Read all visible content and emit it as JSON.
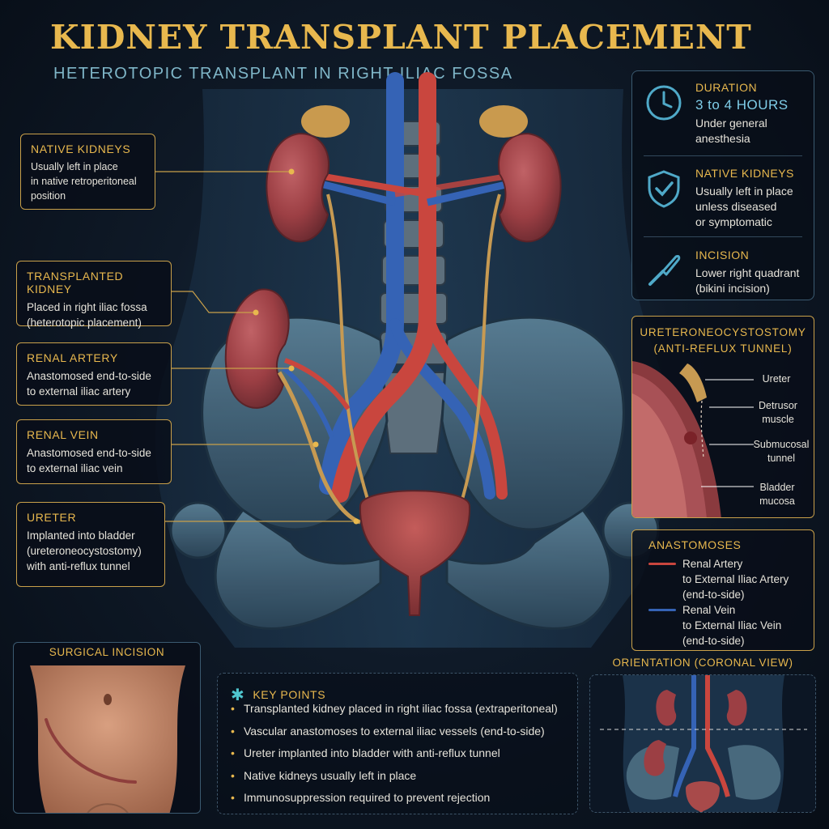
{
  "header": {
    "title": "KIDNEY TRANSPLANT PLACEMENT",
    "subtitle": "HETEROTOPIC TRANSPLANT IN RIGHT ILIAC FOSSA"
  },
  "colors": {
    "accent": "#e8b84e",
    "subtitle": "#7fb6c8",
    "artery": "#c9463e",
    "vein": "#3563b5",
    "kidney": "#a8464a",
    "ureter": "#c79a52"
  },
  "callouts": {
    "native_kidneys": {
      "title": "NATIVE KIDNEYS",
      "text": "Usually left in place\nin native retroperitoneal\nposition"
    },
    "transplanted_kidney": {
      "title": "TRANSPLANTED KIDNEY",
      "text": "Placed in right iliac fossa\n(heterotopic placement)"
    },
    "renal_artery": {
      "title": "RENAL ARTERY",
      "text": "Anastomosed end-to-side\nto external iliac artery"
    },
    "renal_vein": {
      "title": "RENAL VEIN",
      "text": "Anastomosed end-to-side\nto external iliac vein"
    },
    "ureter": {
      "title": "URETER",
      "text": "Implanted into bladder\n(ureteroneocystostomy)\nwith anti-reflux tunnel"
    }
  },
  "info_panel": {
    "duration": {
      "label": "DURATION",
      "value": "3 to 4 HOURS",
      "text": "Under general\nanesthesia",
      "icon": "clock-icon"
    },
    "native_kidneys": {
      "label": "NATIVE KIDNEYS",
      "text": "Usually left in place\nunless diseased\nor symptomatic",
      "icon": "shield-check-icon"
    },
    "incision": {
      "label": "INCISION",
      "text": "Lower right quadrant\n(bikini incision)",
      "icon": "scalpel-icon"
    }
  },
  "ureteroneocystostomy": {
    "title": "URETERONEOCYSTOSTOMY\n(ANTI-REFLUX TUNNEL)",
    "labels": [
      "Ureter",
      "Detrusor\nmuscle",
      "Submucosal\ntunnel",
      "Bladder\nmucosa"
    ]
  },
  "anastomoses": {
    "title": "ANASTOMOSES",
    "items": [
      {
        "text": "Renal Artery\nto External Iliac Artery\n(end-to-side)",
        "color": "#c9463e"
      },
      {
        "text": "Renal Vein\nto External Iliac Vein\n(end-to-side)",
        "color": "#3563b5"
      }
    ]
  },
  "surgical_incision": {
    "title": "SURGICAL INCISION"
  },
  "key_points": {
    "title": "KEY POINTS",
    "items": [
      "Transplanted kidney placed in right iliac fossa (extraperitoneal)",
      "Vascular anastomoses to external iliac vessels (end-to-side)",
      "Ureter implanted into bladder with anti-reflux tunnel",
      "Native kidneys usually left in place",
      "Immunosuppression required to prevent rejection"
    ]
  },
  "orientation": {
    "title": "ORIENTATION (CORONAL VIEW)"
  }
}
